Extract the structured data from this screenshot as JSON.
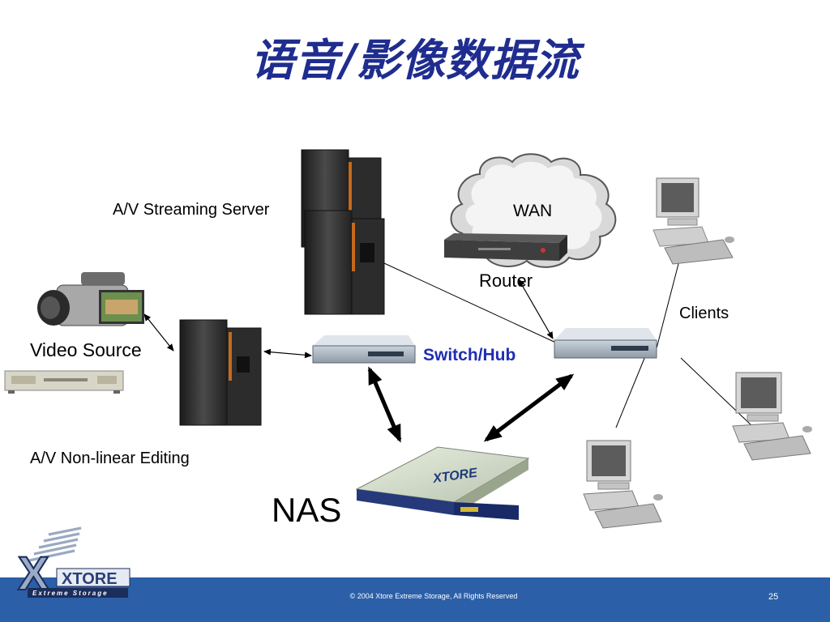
{
  "slide": {
    "title": "语音/影像数据流",
    "footer_text": "© 2004 Xtore Extreme Storage, All Rights Reserved",
    "page_number": "25"
  },
  "labels": {
    "streaming_server": "A/V Streaming Server",
    "wan": "WAN",
    "router": "Router",
    "clients": "Clients",
    "video_source": "Video Source",
    "switch_hub": "Switch/Hub",
    "nonlinear_editing": "A/V Non-linear Editing",
    "nas": "NAS"
  },
  "logo": {
    "brand": "XTORE",
    "tagline": "Extreme Storage"
  },
  "colors": {
    "title": "#1f2d8f",
    "switch_label": "#1f2db3",
    "footer_bg": "#2b5fa8"
  }
}
